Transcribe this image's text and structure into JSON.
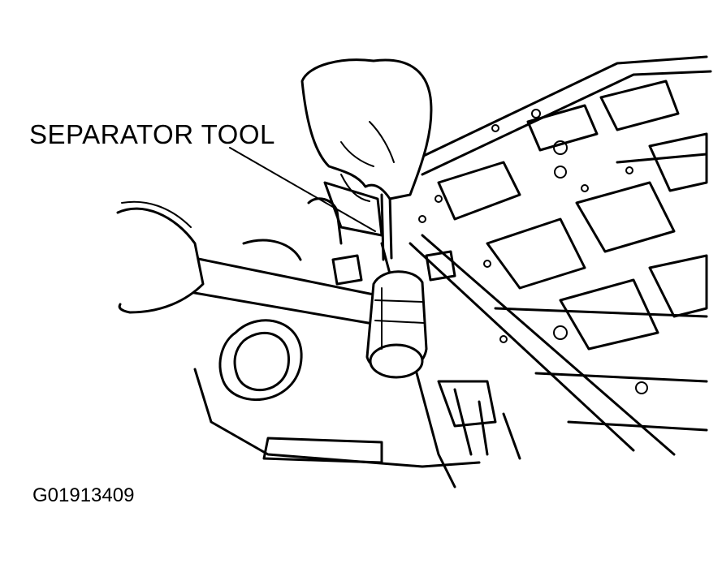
{
  "callout": {
    "label": "SEPARATOR TOOL"
  },
  "figure": {
    "id": "G01913409"
  },
  "icons": [
    "engine-block-illustration",
    "hammer",
    "separator-tool",
    "hand"
  ],
  "colors": {
    "line": "#000000",
    "background": "#ffffff"
  }
}
